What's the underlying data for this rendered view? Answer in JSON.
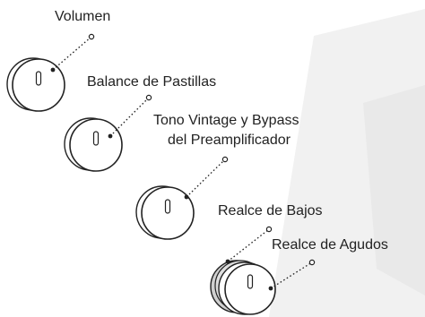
{
  "background_color": "#ffffff",
  "line_color": "#222222",
  "watermark_color": "#ededed",
  "controls": [
    {
      "id": "volume",
      "label_lines": [
        "Volumen"
      ]
    },
    {
      "id": "pickup-balance",
      "label_lines": [
        "Balance de Pastillas"
      ]
    },
    {
      "id": "vintage-tone",
      "label_lines": [
        "Tono Vintage y Bypass",
        "del Preamplificador"
      ]
    },
    {
      "id": "bass-boost",
      "label_lines": [
        "Realce de Bajos"
      ]
    },
    {
      "id": "treble-boost",
      "label_lines": [
        "Realce de Agudos"
      ]
    }
  ]
}
